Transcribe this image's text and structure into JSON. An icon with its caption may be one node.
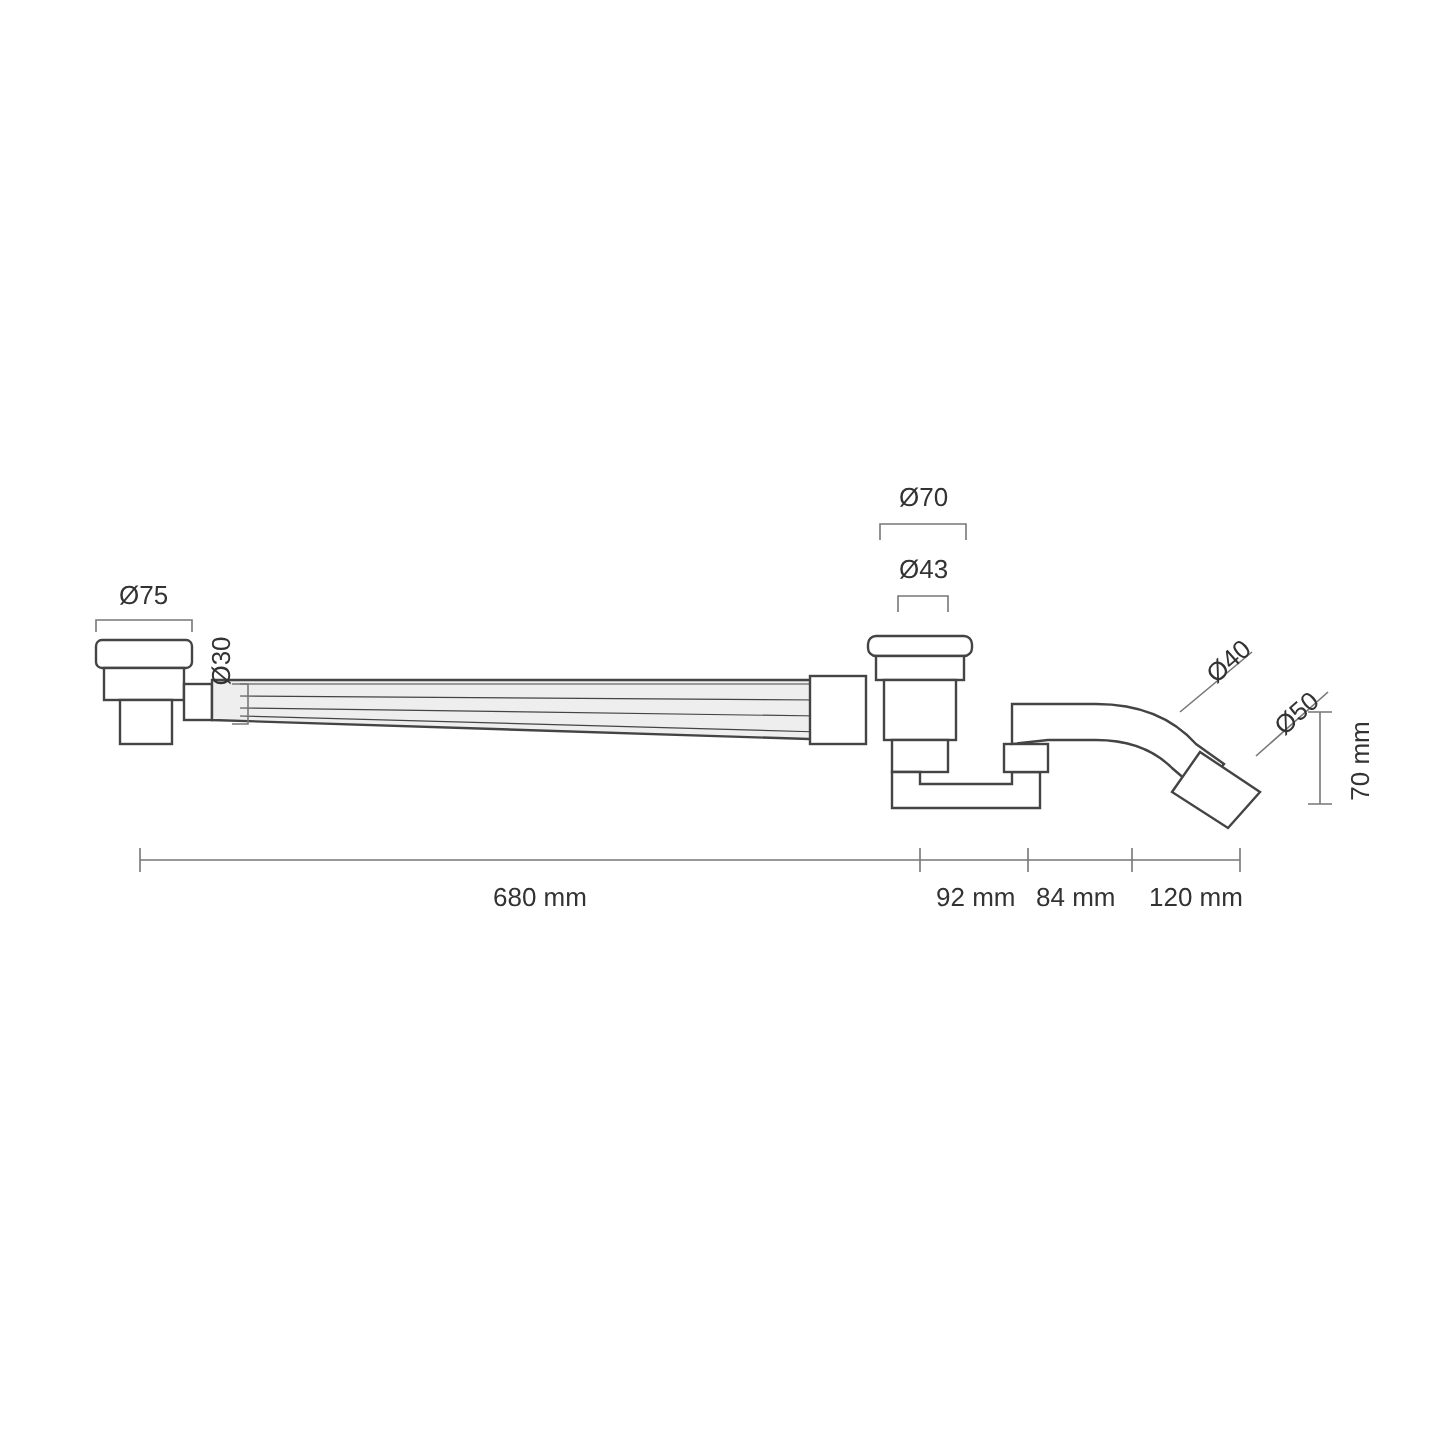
{
  "diagram": {
    "labels": [
      "Ø70",
      "Ø43",
      "Ø75",
      "Ø30",
      "Ø40",
      "Ø50",
      "70 mm",
      "680 mm",
      "92 mm",
      "84 mm",
      "120 mm"
    ]
  }
}
